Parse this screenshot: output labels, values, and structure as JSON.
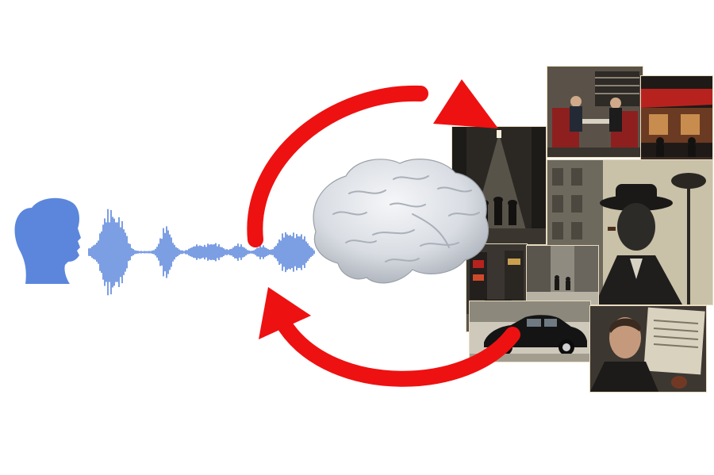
{
  "diagram": {
    "speaker": {
      "icon": "speaking-head-silhouette-icon"
    },
    "speech": {
      "icon": "audio-waveform-icon"
    },
    "brain": {
      "icon": "brain-icon"
    },
    "arrows": [
      {
        "name": "arrow-speech-to-imagery",
        "direction": "clockwise-top"
      },
      {
        "name": "arrow-imagery-to-speech",
        "direction": "clockwise-bottom"
      }
    ],
    "collage": {
      "theme": "film-noir",
      "scenes": [
        "noir-street-lamp-figures",
        "noir-diner-couple",
        "noir-night-cafe",
        "noir-man-fedora-cigar",
        "noir-neon-street-cars",
        "noir-city-sidewalk",
        "noir-vintage-car",
        "noir-man-reading-newspaper"
      ]
    },
    "colors": {
      "speaker": "#5b86dc",
      "waveform": "#5b86dc",
      "arrow": "#ee1111",
      "brain": "#d9dde3",
      "collage_dark": "#2b2824",
      "collage_sepia": "#e8dcc0"
    }
  }
}
